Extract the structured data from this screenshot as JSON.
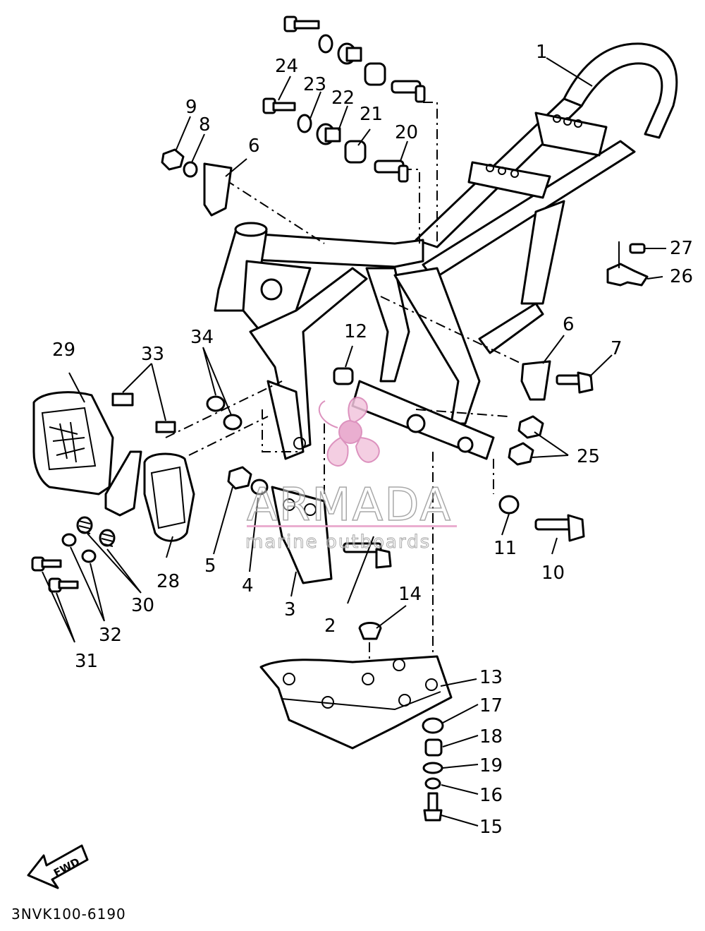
{
  "diagram": {
    "code": "3NVK100-6190",
    "direction_label": "FWD",
    "callouts": [
      "1",
      "2",
      "3",
      "4",
      "5",
      "6",
      "6",
      "7",
      "8",
      "9",
      "10",
      "11",
      "12",
      "13",
      "14",
      "15",
      "16",
      "17",
      "18",
      "19",
      "20",
      "21",
      "22",
      "23",
      "24",
      "25",
      "26",
      "27",
      "28",
      "29",
      "30",
      "31",
      "32",
      "33",
      "34"
    ]
  },
  "watermark": {
    "brand": "ARMADA",
    "tagline": "marine outboards",
    "logo": "propeller-logo",
    "color": "#e7a0c8"
  }
}
